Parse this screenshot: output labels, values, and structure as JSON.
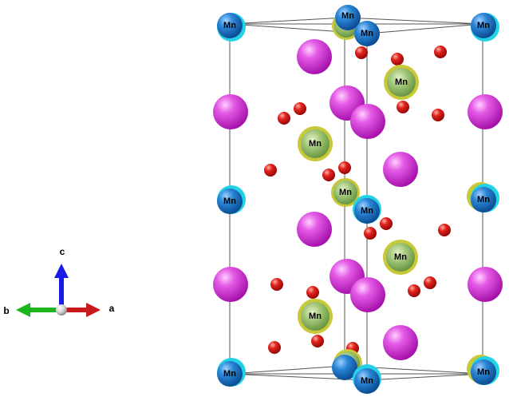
{
  "structure": {
    "unit_cell": {
      "edges": "thin dark gray lines",
      "color": "#555555"
    },
    "atoms": {
      "mn_corner": {
        "label": "Mn",
        "color": "#1a75c9",
        "rim_color": "#22d3e6"
      },
      "mn_inner": {
        "label": "Mn",
        "color": "#8ab75f",
        "rim_color": "#c4c43a"
      },
      "large_cation": {
        "color": "#d23fd6"
      },
      "oxygen": {
        "color": "#e01b1b"
      }
    }
  },
  "axes": {
    "c_label": "c",
    "b_label": "b",
    "a_label": "a",
    "colors": {
      "c": "#1a1ae6",
      "b": "#1db51d",
      "a": "#c81a1a"
    }
  }
}
